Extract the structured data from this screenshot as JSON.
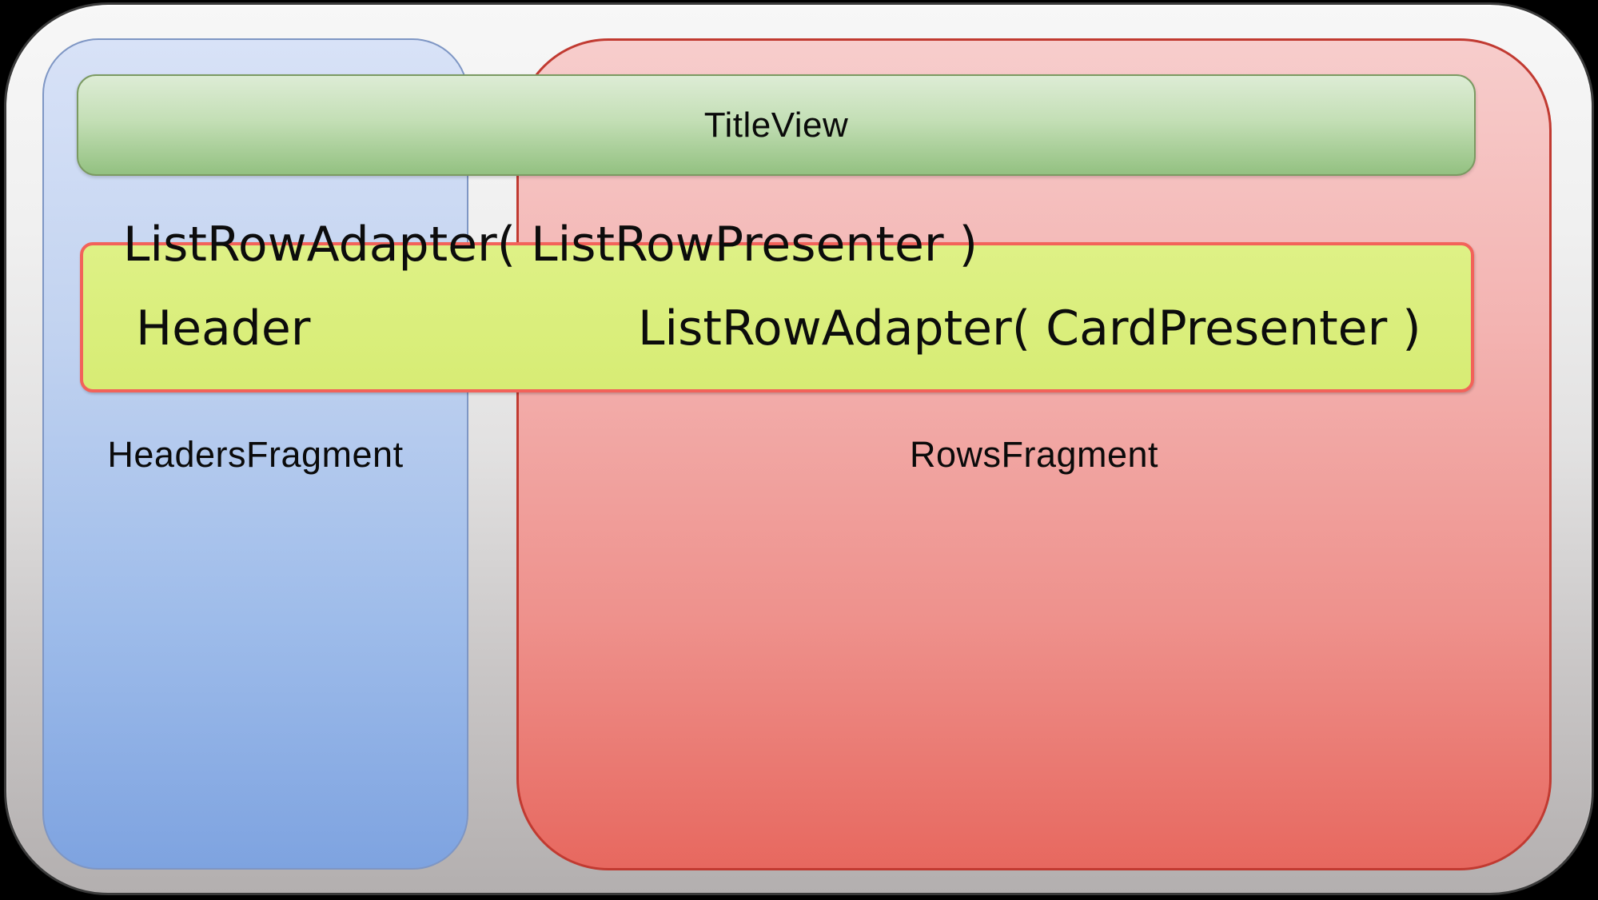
{
  "diagram": {
    "title_view": {
      "label": "TitleView"
    },
    "headers_fragment": {
      "label": "HeadersFragment"
    },
    "rows_fragment": {
      "label": "RowsFragment"
    },
    "list_row_adapter": {
      "row_presenter_label": "ListRowAdapter( ListRowPresenter )",
      "header_label": "Header",
      "card_presenter_label": "ListRowAdapter( CardPresenter )"
    },
    "colors": {
      "background": "#000000",
      "slide_top": "#f7f7f7",
      "slide_bottom": "#b3afaf",
      "headers_fragment_top": "#d8e2f7",
      "headers_fragment_bottom": "#7ea3e0",
      "headers_fragment_border": "#7e96c4",
      "rows_fragment_top": "#f7cdcc",
      "rows_fragment_bottom": "#e7685f",
      "rows_fragment_border": "#c13a31",
      "title_view_top": "#ddecd5",
      "title_view_bottom": "#93c181",
      "title_view_border": "#7b9a62",
      "list_row_fill": "#d9ee7c",
      "list_row_border": "#f2625a",
      "text": "#0a0a0a"
    }
  }
}
